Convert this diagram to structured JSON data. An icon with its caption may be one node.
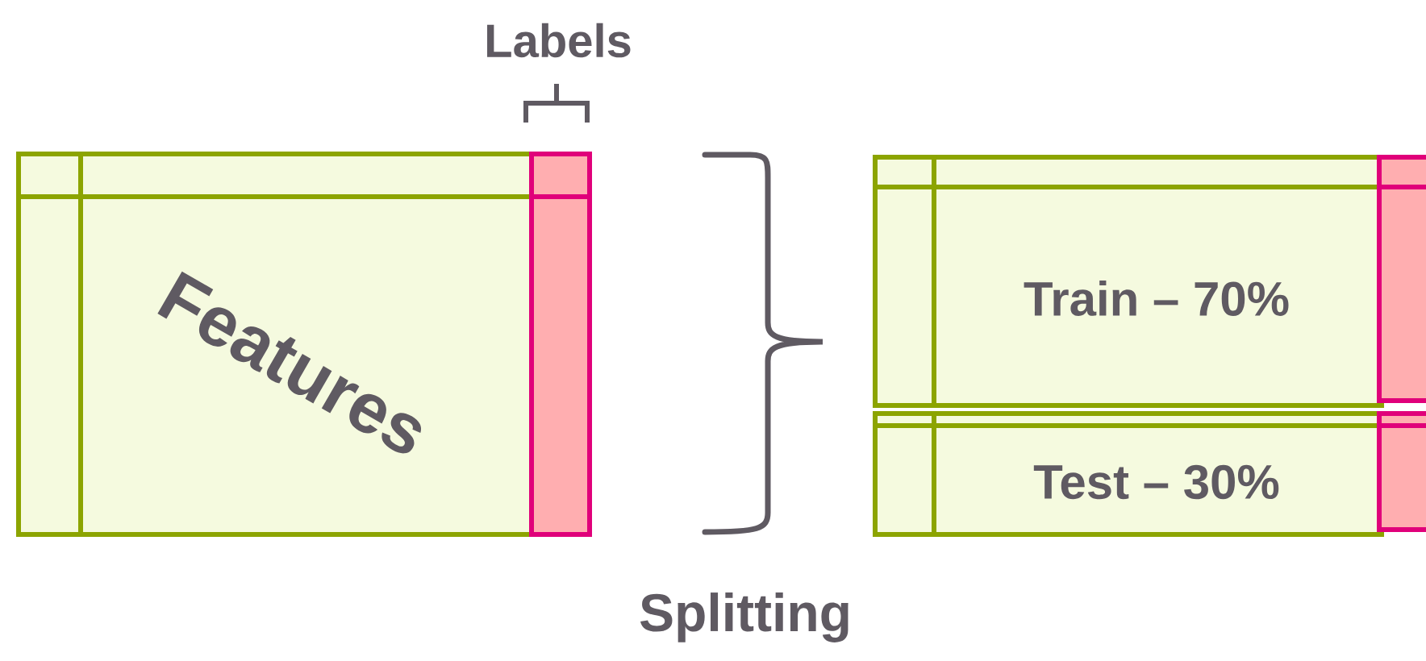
{
  "diagram": {
    "nodes": [
      {
        "text": [
          "Features"
        ]
      },
      {
        "text": [
          "Labels"
        ]
      },
      {
        "text": [
          "Train – 70%"
        ]
      },
      {
        "text": [
          "Test – 30%"
        ]
      }
    ],
    "labels": [
      "Splitting"
    ]
  }
}
